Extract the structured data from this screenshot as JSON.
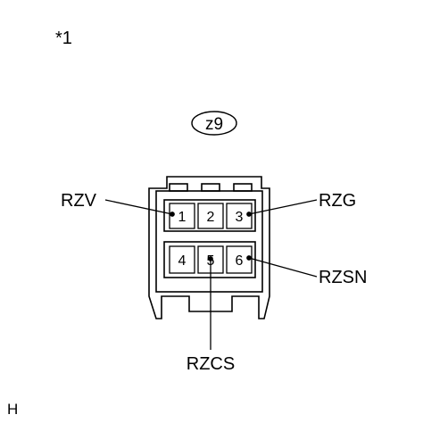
{
  "figure": {
    "marker": "*1",
    "footer_code": "H"
  },
  "connector": {
    "id": "z9",
    "pins": [
      {
        "number": "1",
        "signal": "RZV"
      },
      {
        "number": "2",
        "signal": ""
      },
      {
        "number": "3",
        "signal": "RZG"
      },
      {
        "number": "4",
        "signal": ""
      },
      {
        "number": "5",
        "signal": "RZCS"
      },
      {
        "number": "6",
        "signal": "RZSN"
      }
    ]
  }
}
